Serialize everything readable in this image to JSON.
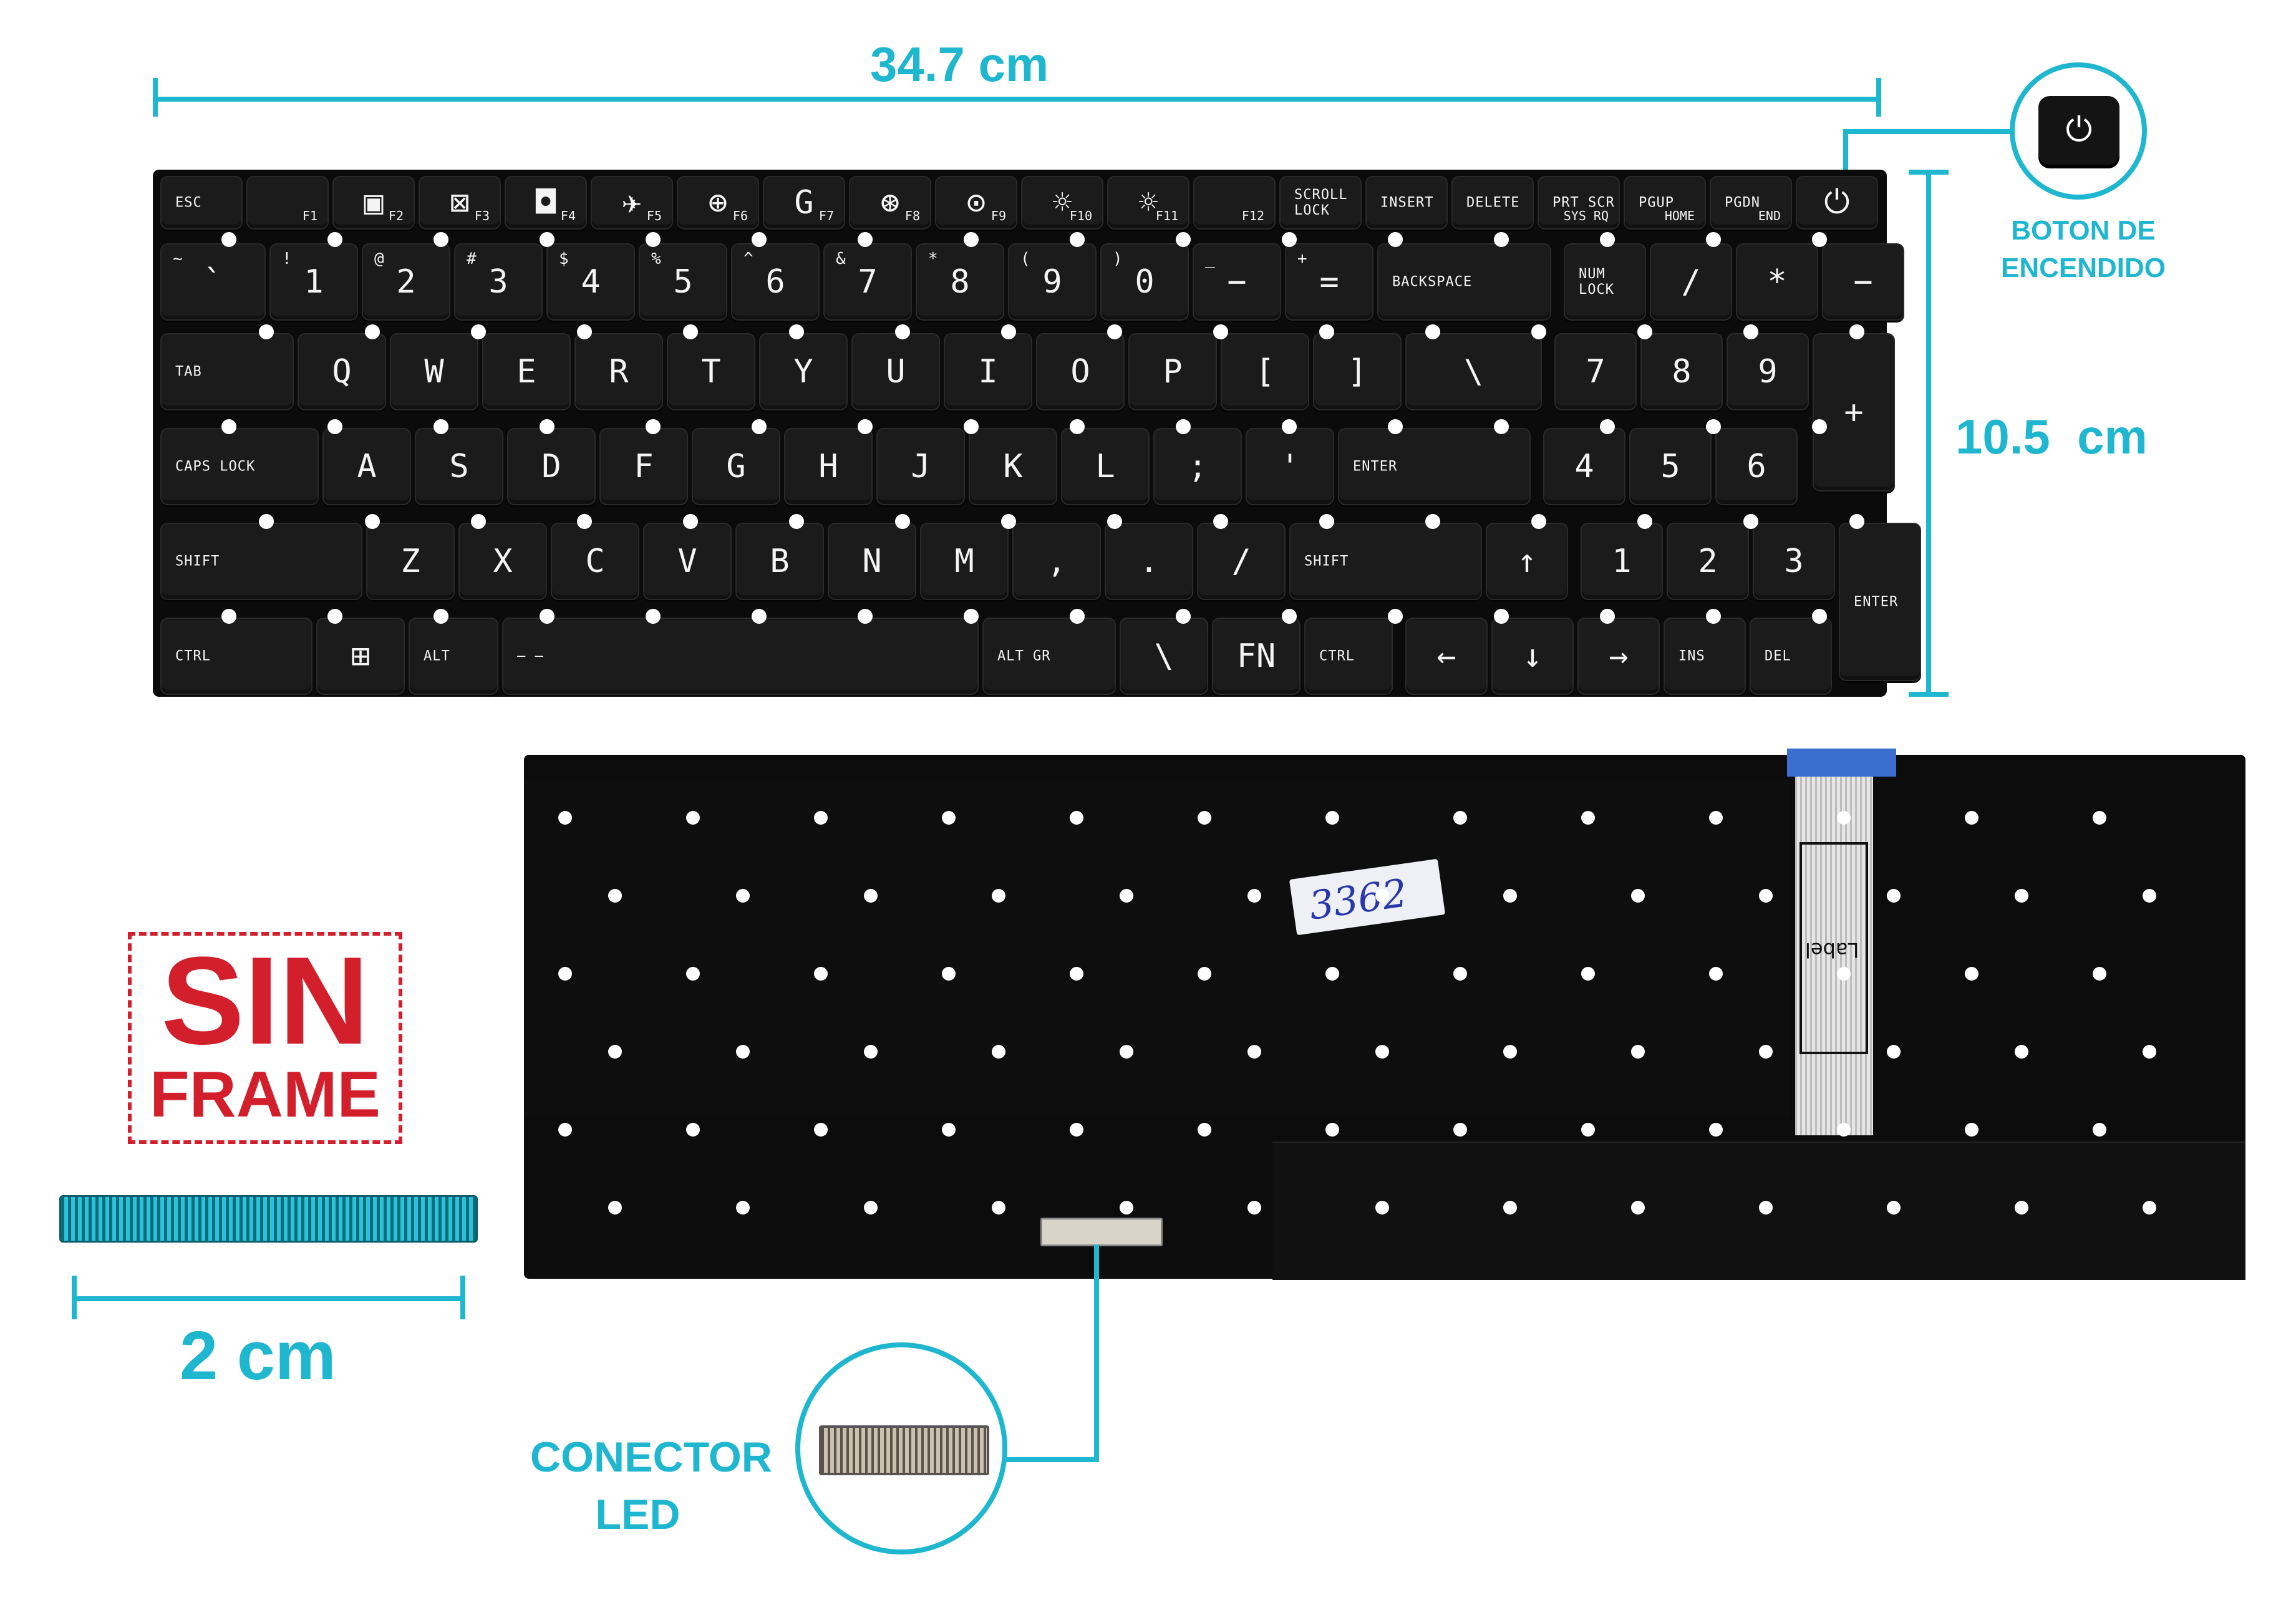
{
  "dimensions": {
    "width_label": "34.7 cm",
    "height_label": "10.5  cm",
    "connector_width_label": "2 cm"
  },
  "power_button": {
    "label_line1": "BOTON DE",
    "label_line2": "ENCENDIDO"
  },
  "connector": {
    "label_line1": "CONECTOR",
    "label_line2": "LED"
  },
  "badge": {
    "line1": "SIN",
    "line2": "FRAME"
  },
  "sticker": {
    "text": "3362"
  },
  "flex_label": {
    "text": "Label"
  },
  "colors": {
    "accent": "#1fb6cf",
    "badge_red": "#d21f2b",
    "keyboard": "#0b0b0b"
  },
  "keyboard": {
    "row0": [
      {
        "main": "ESC",
        "sub": ""
      },
      {
        "main": "",
        "sub": "F1"
      },
      {
        "main": "▣",
        "sub": "F2"
      },
      {
        "main": "⊠",
        "sub": "F3"
      },
      {
        "main": "◘",
        "sub": "F4"
      },
      {
        "main": "✈",
        "sub": "F5"
      },
      {
        "main": "⊕",
        "sub": "F6"
      },
      {
        "main": "G",
        "sub": "F7"
      },
      {
        "main": "⊛",
        "sub": "F8"
      },
      {
        "main": "⊙",
        "sub": "F9"
      },
      {
        "main": "☼",
        "sub": "F10"
      },
      {
        "main": "☼",
        "sub": "F11"
      },
      {
        "main": "",
        "sub": "F12"
      },
      {
        "main": "SCROLL LOCK",
        "sub": ""
      },
      {
        "main": "INSERT",
        "sub": ""
      },
      {
        "main": "DELETE",
        "sub": ""
      },
      {
        "main": "PRT SCR",
        "sub": "SYS RQ"
      },
      {
        "main": "PGUP",
        "sub": "HOME"
      },
      {
        "main": "PGDN",
        "sub": "END"
      },
      {
        "main": "⏻",
        "sub": ""
      }
    ],
    "row1": [
      {
        "main": "`",
        "top": "~"
      },
      {
        "main": "1",
        "top": "!"
      },
      {
        "main": "2",
        "top": "@"
      },
      {
        "main": "3",
        "top": "#"
      },
      {
        "main": "4",
        "top": "$"
      },
      {
        "main": "5",
        "top": "%"
      },
      {
        "main": "6",
        "top": "^"
      },
      {
        "main": "7",
        "top": "&"
      },
      {
        "main": "8",
        "top": "*"
      },
      {
        "main": "9",
        "top": "("
      },
      {
        "main": "0",
        "top": ")"
      },
      {
        "main": "−",
        "top": "_"
      },
      {
        "main": "=",
        "top": "+"
      },
      {
        "main": "BACKSPACE",
        "top": ""
      },
      {
        "main": "NUM LOCK",
        "top": ""
      },
      {
        "main": "/",
        "top": ""
      },
      {
        "main": "*",
        "top": ""
      },
      {
        "main": "−",
        "top": ""
      }
    ],
    "row2": [
      {
        "main": "TAB"
      },
      {
        "main": "Q"
      },
      {
        "main": "W"
      },
      {
        "main": "E"
      },
      {
        "main": "R"
      },
      {
        "main": "T"
      },
      {
        "main": "Y"
      },
      {
        "main": "U"
      },
      {
        "main": "I"
      },
      {
        "main": "O"
      },
      {
        "main": "P"
      },
      {
        "main": "["
      },
      {
        "main": "]"
      },
      {
        "main": "\\"
      },
      {
        "main": "7"
      },
      {
        "main": "8"
      },
      {
        "main": "9"
      },
      {
        "main": "+"
      }
    ],
    "row3": [
      {
        "main": "CAPS LOCK"
      },
      {
        "main": "A"
      },
      {
        "main": "S"
      },
      {
        "main": "D"
      },
      {
        "main": "F"
      },
      {
        "main": "G"
      },
      {
        "main": "H"
      },
      {
        "main": "J"
      },
      {
        "main": "K"
      },
      {
        "main": "L"
      },
      {
        "main": ";"
      },
      {
        "main": "'"
      },
      {
        "main": "ENTER"
      },
      {
        "main": "4"
      },
      {
        "main": "5"
      },
      {
        "main": "6"
      }
    ],
    "row4": [
      {
        "main": "SHIFT"
      },
      {
        "main": "Z"
      },
      {
        "main": "X"
      },
      {
        "main": "C"
      },
      {
        "main": "V"
      },
      {
        "main": "B"
      },
      {
        "main": "N"
      },
      {
        "main": "M"
      },
      {
        "main": ","
      },
      {
        "main": "."
      },
      {
        "main": "/"
      },
      {
        "main": "SHIFT"
      },
      {
        "main": "↑"
      },
      {
        "main": "1"
      },
      {
        "main": "2"
      },
      {
        "main": "3"
      },
      {
        "main": "ENTER"
      }
    ],
    "row5": [
      {
        "main": "CTRL"
      },
      {
        "main": "⊞"
      },
      {
        "main": "ALT"
      },
      {
        "main": "—   —"
      },
      {
        "main": "ALT GR"
      },
      {
        "main": "\\"
      },
      {
        "main": "FN"
      },
      {
        "main": "CTRL"
      },
      {
        "main": "←"
      },
      {
        "main": "↓"
      },
      {
        "main": "→"
      },
      {
        "main": "INS"
      },
      {
        "main": "DEL"
      }
    ]
  }
}
